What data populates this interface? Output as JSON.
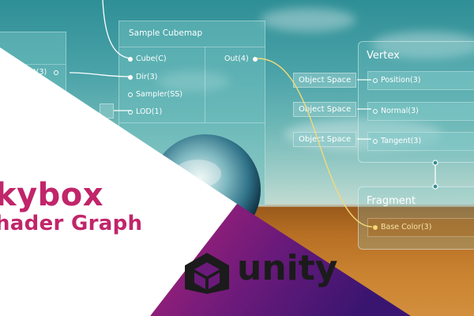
{
  "nodes": {
    "left_partial": {
      "port_label": "ut(3)"
    },
    "sample_cubemap": {
      "title": "Sample Cubemap",
      "inputs": [
        "Cube(C)",
        "Dir(3)",
        "Sampler(SS)",
        "LOD(1)"
      ],
      "output": "Out(4)"
    },
    "vertex": {
      "title": "Vertex",
      "tags": [
        "Object Space",
        "Object Space",
        "Object Space"
      ],
      "slots": [
        "Position(3)",
        "Normal(3)",
        "Tangent(3)"
      ]
    },
    "fragment": {
      "title": "Fragment",
      "slots": [
        "Base Color(3)"
      ]
    }
  },
  "headline": {
    "line1": "kybox",
    "line2": "hader Graph"
  },
  "brand": {
    "wordmark": "unity",
    "logo_icon": "unity-cube-icon"
  },
  "colors": {
    "headline": "#c1256a",
    "sky_top": "#2f8f96",
    "desert": "#c98230",
    "wire_yellow": "#f2d97a",
    "banner_left": "#b0227a",
    "banner_right": "#3a1570"
  }
}
